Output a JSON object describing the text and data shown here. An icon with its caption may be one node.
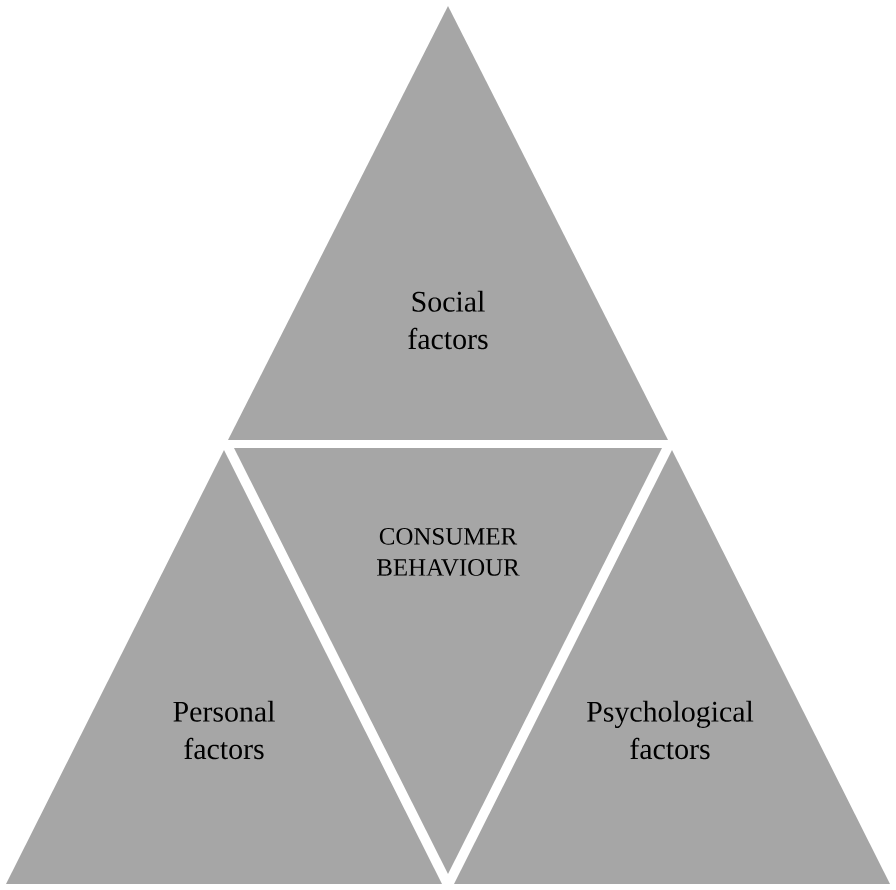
{
  "diagram": {
    "nodes": [
      {
        "text": [
          "Social factors"
        ]
      },
      {
        "text": [
          "CONSUMER BEHAVIOUR"
        ]
      },
      {
        "text": [
          "Personal factors"
        ]
      },
      {
        "text": [
          "Psychological factors"
        ]
      }
    ]
  }
}
